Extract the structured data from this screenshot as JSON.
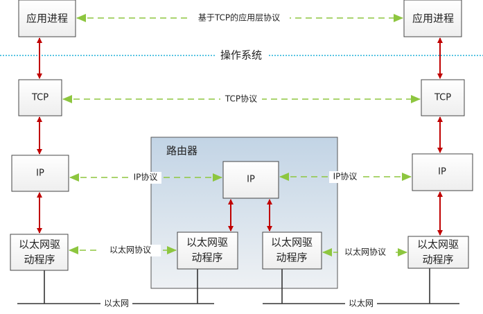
{
  "boxes": {
    "app_left": "应用进程",
    "app_right": "应用进程",
    "tcp_left": "TCP",
    "tcp_right": "TCP",
    "ip_left": "IP",
    "ip_router": "IP",
    "ip_right": "IP",
    "eth_line1": "以太网驱",
    "eth_line2": "动程序"
  },
  "router_title": "路由器",
  "os_label": "操作系统",
  "protocols": {
    "app": "基于TCP的应用层协议",
    "tcp": "TCP协议",
    "ip_left": "IP协议",
    "ip_right": "IP协议",
    "eth_left": "以太网协议",
    "eth_right": "以太网协议"
  },
  "networks": {
    "left": "以太网",
    "right": "以太网"
  },
  "colors": {
    "red_arrow": "#c00000",
    "green_arrow": "#8dc63f",
    "os_line": "#20b0d8",
    "router_bg": "#c5d6e6"
  }
}
